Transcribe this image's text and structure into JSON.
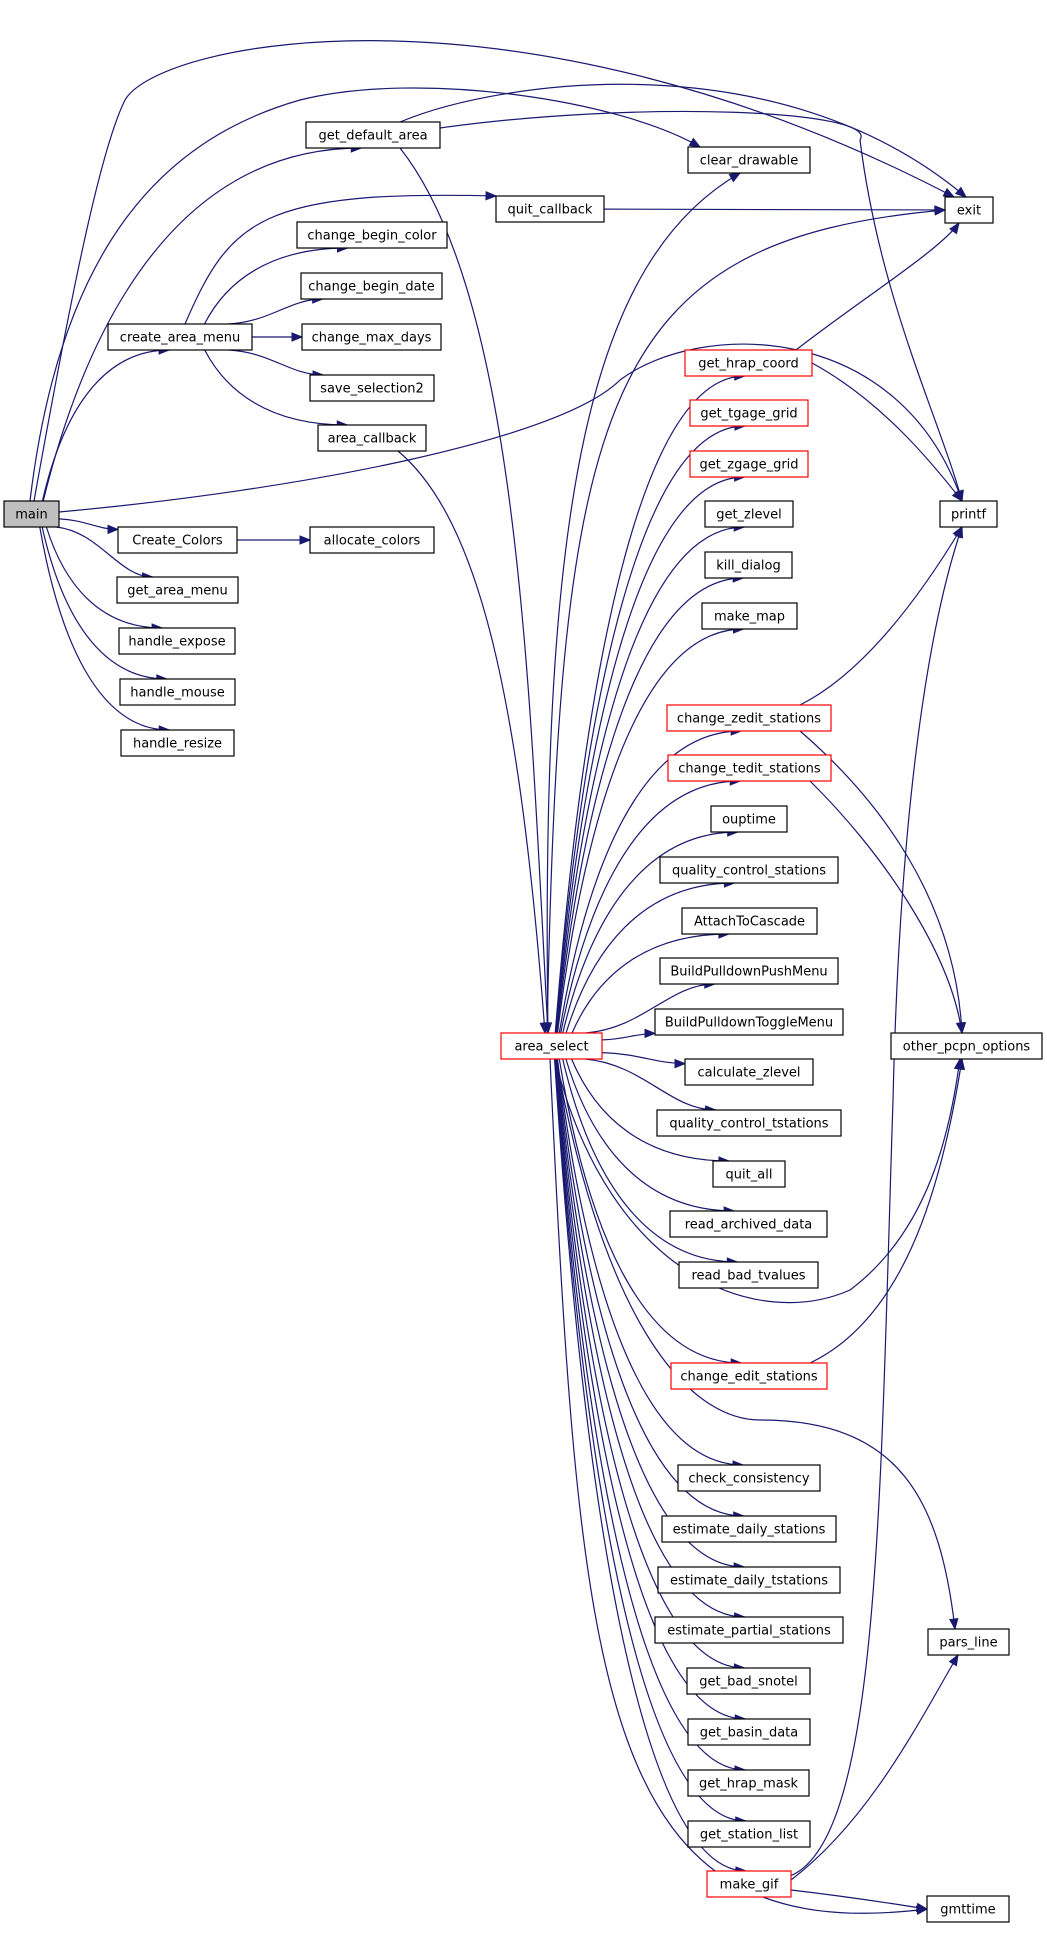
{
  "graph": {
    "colors": {
      "edge": "#191970",
      "root_fill": "#bfbfbf",
      "border": "#000000",
      "border_highlight": "#ff0000",
      "background": "#ffffff"
    },
    "nodes": [
      {
        "id": "main",
        "label": "main",
        "root": true
      },
      {
        "id": "get_default_area",
        "label": "get_default_area"
      },
      {
        "id": "quit_callback",
        "label": "quit_callback"
      },
      {
        "id": "create_area_menu",
        "label": "create_area_menu"
      },
      {
        "id": "change_begin_color",
        "label": "change_begin_color"
      },
      {
        "id": "change_begin_date",
        "label": "change_begin_date"
      },
      {
        "id": "change_max_days",
        "label": "change_max_days"
      },
      {
        "id": "save_selection2",
        "label": "save_selection2"
      },
      {
        "id": "area_callback",
        "label": "area_callback"
      },
      {
        "id": "Create_Colors",
        "label": "Create_Colors"
      },
      {
        "id": "allocate_colors",
        "label": "allocate_colors"
      },
      {
        "id": "get_area_menu",
        "label": "get_area_menu"
      },
      {
        "id": "handle_expose",
        "label": "handle_expose"
      },
      {
        "id": "handle_mouse",
        "label": "handle_mouse"
      },
      {
        "id": "handle_resize",
        "label": "handle_resize"
      },
      {
        "id": "area_select",
        "label": "area_select",
        "highlight": true
      },
      {
        "id": "clear_drawable",
        "label": "clear_drawable"
      },
      {
        "id": "get_hrap_coord",
        "label": "get_hrap_coord",
        "highlight": true
      },
      {
        "id": "get_tgage_grid",
        "label": "get_tgage_grid",
        "highlight": true
      },
      {
        "id": "get_zgage_grid",
        "label": "get_zgage_grid",
        "highlight": true
      },
      {
        "id": "get_zlevel",
        "label": "get_zlevel"
      },
      {
        "id": "kill_dialog",
        "label": "kill_dialog"
      },
      {
        "id": "make_map",
        "label": "make_map"
      },
      {
        "id": "change_zedit_stations",
        "label": "change_zedit_stations",
        "highlight": true
      },
      {
        "id": "change_tedit_stations",
        "label": "change_tedit_stations",
        "highlight": true
      },
      {
        "id": "ouptime",
        "label": "ouptime"
      },
      {
        "id": "quality_control_stations",
        "label": "quality_control_stations"
      },
      {
        "id": "AttachToCascade",
        "label": "AttachToCascade"
      },
      {
        "id": "BuildPulldownPushMenu",
        "label": "BuildPulldownPushMenu"
      },
      {
        "id": "BuildPulldownToggleMenu",
        "label": "BuildPulldownToggleMenu"
      },
      {
        "id": "calculate_zlevel",
        "label": "calculate_zlevel"
      },
      {
        "id": "quality_control_tstations",
        "label": "quality_control_tstations"
      },
      {
        "id": "quit_all",
        "label": "quit_all"
      },
      {
        "id": "read_archived_data",
        "label": "read_archived_data"
      },
      {
        "id": "read_bad_tvalues",
        "label": "read_bad_tvalues"
      },
      {
        "id": "change_edit_stations",
        "label": "change_edit_stations",
        "highlight": true
      },
      {
        "id": "check_consistency",
        "label": "check_consistency"
      },
      {
        "id": "estimate_daily_stations",
        "label": "estimate_daily_stations"
      },
      {
        "id": "estimate_daily_tstations",
        "label": "estimate_daily_tstations"
      },
      {
        "id": "estimate_partial_stations",
        "label": "estimate_partial_stations"
      },
      {
        "id": "get_bad_snotel",
        "label": "get_bad_snotel"
      },
      {
        "id": "get_basin_data",
        "label": "get_basin_data"
      },
      {
        "id": "get_hrap_mask",
        "label": "get_hrap_mask"
      },
      {
        "id": "get_station_list",
        "label": "get_station_list"
      },
      {
        "id": "make_gif",
        "label": "make_gif",
        "highlight": true
      },
      {
        "id": "exit",
        "label": "exit"
      },
      {
        "id": "printf",
        "label": "printf"
      },
      {
        "id": "other_pcpn_options",
        "label": "other_pcpn_options"
      },
      {
        "id": "pars_line",
        "label": "pars_line"
      },
      {
        "id": "gmttime",
        "label": "gmttime"
      }
    ],
    "edges": [
      [
        "main",
        "exit"
      ],
      [
        "main",
        "get_default_area"
      ],
      [
        "main",
        "clear_drawable"
      ],
      [
        "main",
        "create_area_menu"
      ],
      [
        "main",
        "printf"
      ],
      [
        "main",
        "Create_Colors"
      ],
      [
        "main",
        "get_area_menu"
      ],
      [
        "main",
        "handle_expose"
      ],
      [
        "main",
        "handle_mouse"
      ],
      [
        "main",
        "handle_resize"
      ],
      [
        "get_default_area",
        "exit"
      ],
      [
        "get_default_area",
        "printf"
      ],
      [
        "get_default_area",
        "area_select"
      ],
      [
        "quit_callback",
        "exit"
      ],
      [
        "create_area_menu",
        "quit_callback"
      ],
      [
        "create_area_menu",
        "change_begin_color"
      ],
      [
        "create_area_menu",
        "change_begin_date"
      ],
      [
        "create_area_menu",
        "change_max_days"
      ],
      [
        "create_area_menu",
        "save_selection2"
      ],
      [
        "create_area_menu",
        "area_callback"
      ],
      [
        "area_callback",
        "area_select"
      ],
      [
        "Create_Colors",
        "allocate_colors"
      ],
      [
        "area_select",
        "clear_drawable"
      ],
      [
        "area_select",
        "exit"
      ],
      [
        "area_select",
        "get_hrap_coord"
      ],
      [
        "area_select",
        "get_tgage_grid"
      ],
      [
        "area_select",
        "get_zgage_grid"
      ],
      [
        "area_select",
        "get_zlevel"
      ],
      [
        "area_select",
        "kill_dialog"
      ],
      [
        "area_select",
        "make_map"
      ],
      [
        "area_select",
        "change_zedit_stations"
      ],
      [
        "area_select",
        "change_tedit_stations"
      ],
      [
        "area_select",
        "ouptime"
      ],
      [
        "area_select",
        "quality_control_stations"
      ],
      [
        "area_select",
        "AttachToCascade"
      ],
      [
        "area_select",
        "BuildPulldownPushMenu"
      ],
      [
        "area_select",
        "BuildPulldownToggleMenu"
      ],
      [
        "area_select",
        "calculate_zlevel"
      ],
      [
        "area_select",
        "quality_control_tstations"
      ],
      [
        "area_select",
        "quit_all"
      ],
      [
        "area_select",
        "read_archived_data"
      ],
      [
        "area_select",
        "read_bad_tvalues"
      ],
      [
        "area_select",
        "other_pcpn_options"
      ],
      [
        "area_select",
        "change_edit_stations"
      ],
      [
        "area_select",
        "pars_line"
      ],
      [
        "area_select",
        "check_consistency"
      ],
      [
        "area_select",
        "estimate_daily_stations"
      ],
      [
        "area_select",
        "estimate_daily_tstations"
      ],
      [
        "area_select",
        "estimate_partial_stations"
      ],
      [
        "area_select",
        "get_bad_snotel"
      ],
      [
        "area_select",
        "get_basin_data"
      ],
      [
        "area_select",
        "get_hrap_mask"
      ],
      [
        "area_select",
        "get_station_list"
      ],
      [
        "area_select",
        "make_gif"
      ],
      [
        "area_select",
        "gmttime"
      ],
      [
        "get_hrap_coord",
        "exit"
      ],
      [
        "get_hrap_coord",
        "printf"
      ],
      [
        "change_zedit_stations",
        "printf"
      ],
      [
        "change_zedit_stations",
        "other_pcpn_options"
      ],
      [
        "change_tedit_stations",
        "other_pcpn_options"
      ],
      [
        "change_edit_stations",
        "other_pcpn_options"
      ],
      [
        "make_gif",
        "printf"
      ],
      [
        "make_gif",
        "pars_line"
      ],
      [
        "make_gif",
        "gmttime"
      ]
    ]
  }
}
